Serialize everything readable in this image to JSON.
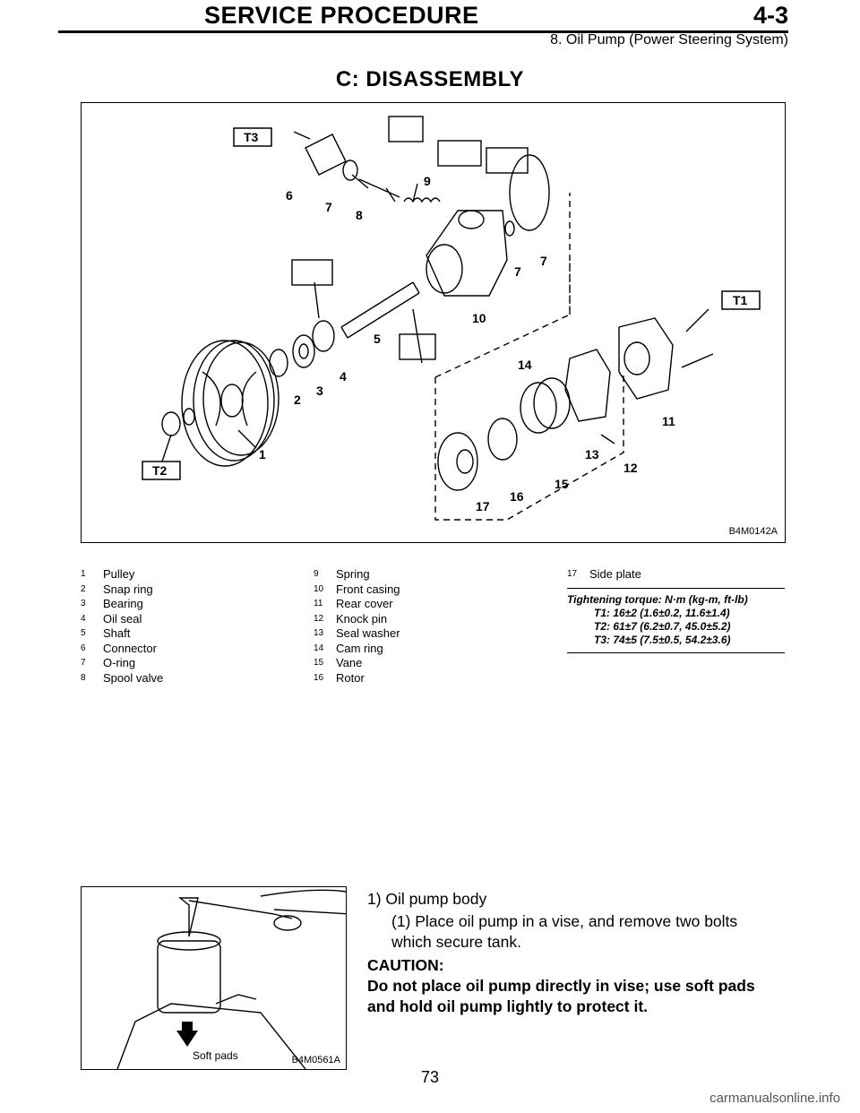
{
  "header": {
    "section": "SERVICE PROCEDURE",
    "chapter": "4-3",
    "subtitle": "8. Oil Pump (Power Steering System)"
  },
  "title": "C: DISASSEMBLY",
  "figure1": {
    "id": "B4M0142A",
    "torque_tags": [
      "T3",
      "T1",
      "T2"
    ],
    "callouts": [
      "1",
      "2",
      "3",
      "4",
      "5",
      "6",
      "7",
      "7",
      "7",
      "8",
      "9",
      "10",
      "11",
      "12",
      "13",
      "14",
      "15",
      "16",
      "17"
    ]
  },
  "legend": [
    {
      "n": "1",
      "label": "Pulley"
    },
    {
      "n": "2",
      "label": "Snap ring"
    },
    {
      "n": "3",
      "label": "Bearing"
    },
    {
      "n": "4",
      "label": "Oil seal"
    },
    {
      "n": "5",
      "label": "Shaft"
    },
    {
      "n": "6",
      "label": "Connector"
    },
    {
      "n": "7",
      "label": "O-ring"
    },
    {
      "n": "8",
      "label": "Spool valve"
    },
    {
      "n": "9",
      "label": "Spring"
    },
    {
      "n": "10",
      "label": "Front casing"
    },
    {
      "n": "11",
      "label": "Rear cover"
    },
    {
      "n": "12",
      "label": "Knock pin"
    },
    {
      "n": "13",
      "label": "Seal washer"
    },
    {
      "n": "14",
      "label": "Cam ring"
    },
    {
      "n": "15",
      "label": "Vane"
    },
    {
      "n": "16",
      "label": "Rotor"
    },
    {
      "n": "17",
      "label": "Side plate"
    }
  ],
  "torque": {
    "heading": "Tightening torque: N·m (kg-m, ft-lb)",
    "t1": "T1: 16±2 (1.6±0.2, 11.6±1.4)",
    "t2": "T2: 61±7 (6.2±0.7, 45.0±5.2)",
    "t3": "T3: 74±5 (7.5±0.5, 54.2±3.6)"
  },
  "figure2": {
    "id": "B4M0561A",
    "label": "Soft pads"
  },
  "steps": {
    "s1": "1) Oil pump body",
    "s1_1a": "(1) Place oil pump in a vise, and remove two bolts",
    "s1_1b": "which secure tank.",
    "caution_head": "CAUTION:",
    "caution_a": "Do not place oil pump directly in vise; use soft pads",
    "caution_b": "and hold oil pump lightly to protect it."
  },
  "page_number": "73",
  "watermark": "carmanualsonline.info"
}
